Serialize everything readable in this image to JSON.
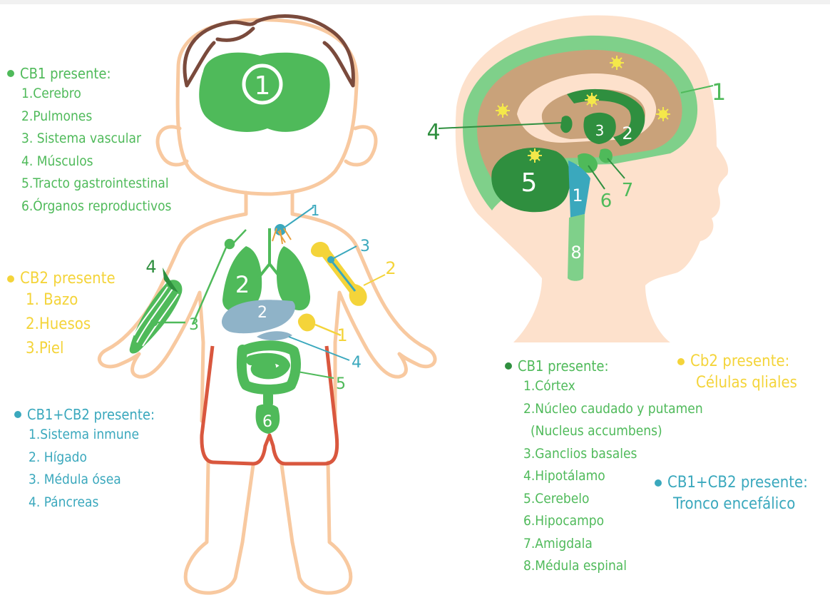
{
  "colors": {
    "green": "#4fba5a",
    "dark_green": "#2f8f3f",
    "yellow": "#f4d43a",
    "blue": "#3aa8bd",
    "body_outline": "#f8c9a0",
    "hair": "#7a4a3c",
    "shorts": "#d9573e",
    "skin": "#fde1cc",
    "brain_tan": "#c9a27a"
  },
  "body_legend": {
    "cb1": {
      "title": "CB1 presente:",
      "items": [
        "1.Cerebro",
        "2.Pulmones",
        "3. Sistema vascular",
        "4. Músculos",
        "5.Tracto gastrointestinal",
        "6.Órganos reproductivos"
      ]
    },
    "cb2": {
      "title": "CB2 presente",
      "items": [
        "1. Bazo",
        "2.Huesos",
        "3.Piel"
      ]
    },
    "cb1cb2": {
      "title": "CB1+CB2 presente:",
      "items": [
        "1.Sistema inmune",
        "2. Hígado",
        "3. Médula ósea",
        "4. Páncreas"
      ]
    }
  },
  "body_labels": {
    "brain": "1",
    "lungs": "2",
    "liver": "2",
    "reproductive": "6",
    "muscle": "4",
    "vascular": "3",
    "immune": "1",
    "marrow": "3",
    "bone": "2",
    "spleen": "1",
    "pancreas": "4",
    "gi": "5"
  },
  "brain_legend": {
    "cb1": {
      "title": "CB1 presente:",
      "items": [
        "1.Córtex",
        "2.Núcleo caudado y putamen",
        "(Nucleus accumbens)",
        "3.Ganclios basales",
        "4.Hipotálamo",
        "5.Cerebelo",
        "6.Hipocampo",
        "7.Amigdala",
        "8.Médula espinal"
      ]
    },
    "cb2": {
      "title": "Cb2 presente:",
      "items": [
        "Células qliales"
      ]
    },
    "cb1cb2": {
      "title": "CB1+CB2 presente:",
      "items": [
        "Tronco encefálico"
      ]
    }
  },
  "brain_labels": {
    "cortex": "1",
    "caudate": "2",
    "basal": "3",
    "hypothalamus": "4",
    "cerebellum": "5",
    "hippocampus": "6",
    "amygdala": "7",
    "spinal": "8",
    "brainstem": "1"
  }
}
